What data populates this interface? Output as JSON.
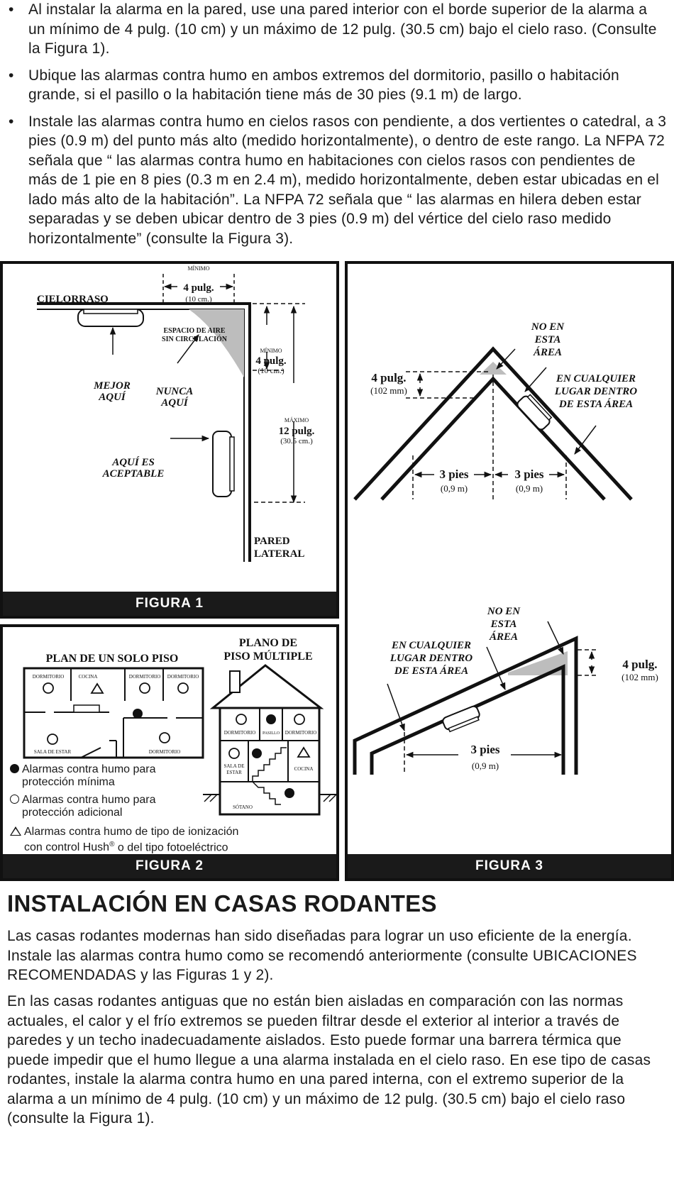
{
  "bullets": [
    "Al instalar la alarma en la pared, use una pared interior con el borde superior de la alarma a un mínimo de 4 pulg. (10 cm) y un máximo de 12 pulg. (30.5 cm) bajo el cielo raso. (Consulte la Figura 1).",
    "Ubique las alarmas contra humo en ambos extremos del dormitorio, pasillo o habitación grande, si el pasillo o la habitación tiene más de 30 pies (9.1 m) de largo.",
    "Instale las alarmas contra humo en cielos rasos con pendiente, a dos vertientes o catedral, a 3 pies (0.9 m) del punto más alto (medido horizontalmente), o dentro de este rango. La NFPA 72 señala que “ las alarmas contra humo en habitaciones con cielos rasos con pendientes de más de 1 pie en 8 pies (0.3 m en 2.4 m), medido horizontalmente, deben estar ubicadas en el lado más alto de la habitación”. La NFPA 72 señala que “ las alarmas en hilera deben estar separadas y se deben ubicar dentro de 3 pies (0.9 m) del vértice del cielo raso medido horizontalmente” (consulte la Figura 3)."
  ],
  "fig1": {
    "label": "FIGURA 1",
    "ceiling": "CIELORRASO",
    "min_top": "MÍNIMO",
    "min_top_val": "4 pulg.",
    "min_top_cm": "(10 cm.)",
    "air_1": "ESPACIO DE AIRE",
    "air_2": "SIN CIRCULACIÓN",
    "min_side": "MÍNIMO",
    "min_side_val": "4 pulg.",
    "min_side_cm": "(10 cm.)",
    "max_side": "MÁXIMO",
    "max_side_val": "12 pulg.",
    "max_side_cm": "(30.5 cm.)",
    "best_1": "MEJOR",
    "best_2": "AQUÍ",
    "never_1": "NUNCA",
    "never_2": "AQUÍ",
    "ok_1": "AQUÍ ES",
    "ok_2": "ACEPTABLE",
    "wall_1": "PARED",
    "wall_2": "LATERAL"
  },
  "fig2": {
    "label": "FIGURA 2",
    "single_title": "PLAN DE UN SOLO PISO",
    "multi_title_1": "PLANO DE",
    "multi_title_2": "PISO MÚLTIPLE",
    "rooms": {
      "dorm1": "DORMITORIO",
      "cocina": "COCINA",
      "dorm2": "DORMITORIO",
      "dorm3": "DORMITORIO",
      "sala": "SALA DE ESTAR",
      "dorm4": "DORMITORIO",
      "m_dorm1": "DORMITORIO",
      "m_pasillo": "PASILLO",
      "m_dorm2": "DORMITORIO",
      "m_sala_1": "SALA DE",
      "m_sala_2": "ESTAR",
      "m_cocina": "COCINA",
      "m_sotano": "SÓTANO"
    },
    "legend": {
      "min_1": "Alarmas contra humo para",
      "min_2": "protección mínima",
      "add_1": "Alarmas contra humo para",
      "add_2": "protección adicional",
      "ion_1": "Alarmas contra humo de tipo de ionización",
      "ion_2a": "con control Hush",
      "ion_reg": "®",
      "ion_2b": " o del tipo fotoeléctrico"
    }
  },
  "fig3": {
    "label": "FIGURA 3",
    "top_no_1": "NO EN",
    "top_no_2": "ESTA",
    "top_no_3": "ÁREA",
    "top_meas": "4 pulg.",
    "top_meas_mm": "(102 mm)",
    "top_any_1": "EN CUALQUIER",
    "top_any_2": "LUGAR DENTRO",
    "top_any_3": "DE ESTA ÁREA",
    "top_left_ft": "3 pies",
    "top_left_m": "(0,9 m)",
    "top_right_ft": "3 pies",
    "top_right_m": "(0,9 m)",
    "bot_no_1": "NO EN",
    "bot_no_2": "ESTA",
    "bot_no_3": "ÁREA",
    "bot_any_1": "EN CUALQUIER",
    "bot_any_2": "LUGAR DENTRO",
    "bot_any_3": "DE ESTA ÁREA",
    "bot_meas": "4 pulg.",
    "bot_meas_mm": "(102 mm)",
    "bot_ft": "3 pies",
    "bot_m": "(0,9 m)"
  },
  "section": {
    "title": "INSTALACIÓN EN CASAS RODANTES",
    "p1": "Las casas rodantes modernas han sido diseñadas para lograr un uso eficiente de la energía.  Instale las alarmas contra humo como se recomendó anteriormente (consulte UBICACIONES RECOMENDADAS y las Figuras 1 y 2).",
    "p2": "En las casas rodantes antiguas que no están bien aisladas en comparación con las normas actuales, el calor y el frío extremos se pueden filtrar desde el exterior al interior a través de paredes y un techo inadecuadamente aislados. Esto puede formar una barrera térmica que puede impedir que el humo llegue a una alarma instalada en el cielo raso. En ese tipo de casas rodantes, instale la alarma contra humo en una pared interna, con el extremo superior de la alarma a un mínimo de 4 pulg. (10 cm) y un máximo de 12 pulg. (30.5 cm) bajo el cielo raso (consulte la Figura 1)."
  }
}
